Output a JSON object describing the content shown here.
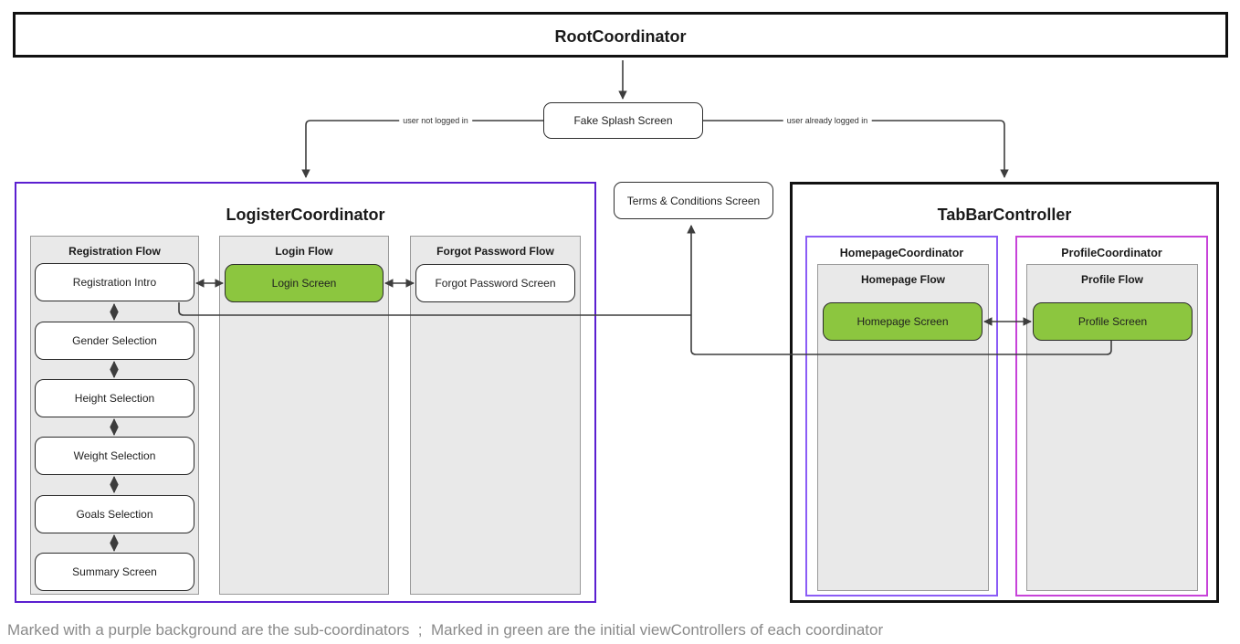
{
  "colors": {
    "logister_border": "#5B1FD0",
    "homepage_border": "#8B5CF6",
    "profile_border": "#C743D9",
    "initial_screen_green": "#8CC63F",
    "flow_background": "#E9E9E9",
    "wire": "#3d3d3d"
  },
  "root": {
    "title": "RootCoordinator"
  },
  "splash": {
    "label": "Fake Splash Screen"
  },
  "terms": {
    "label": "Terms & Conditions Screen"
  },
  "edges": {
    "not_logged_in": "user not logged in",
    "already_logged_in": "user already logged in"
  },
  "logister": {
    "title": "LogisterCoordinator",
    "flows": [
      {
        "title": "Registration Flow",
        "screens": [
          "Registration Intro",
          "Gender Selection",
          "Height Selection",
          "Weight Selection",
          "Goals Selection",
          "Summary Screen"
        ]
      },
      {
        "title": "Login Flow",
        "screens": [
          "Login Screen"
        ]
      },
      {
        "title": "Forgot Password Flow",
        "screens": [
          "Forgot Password Screen"
        ]
      }
    ]
  },
  "tabbar": {
    "title": "TabBarController",
    "coordinators": [
      {
        "title": "HomepageCoordinator",
        "flow_title": "Homepage Flow",
        "screens": [
          "Homepage Screen"
        ]
      },
      {
        "title": "ProfileCoordinator",
        "flow_title": "Profile Flow",
        "screens": [
          "Profile Screen"
        ]
      }
    ]
  },
  "caption": "Marked with a purple background are the sub-coordinators  ;  Marked in green are the initial viewControllers of each coordinator"
}
